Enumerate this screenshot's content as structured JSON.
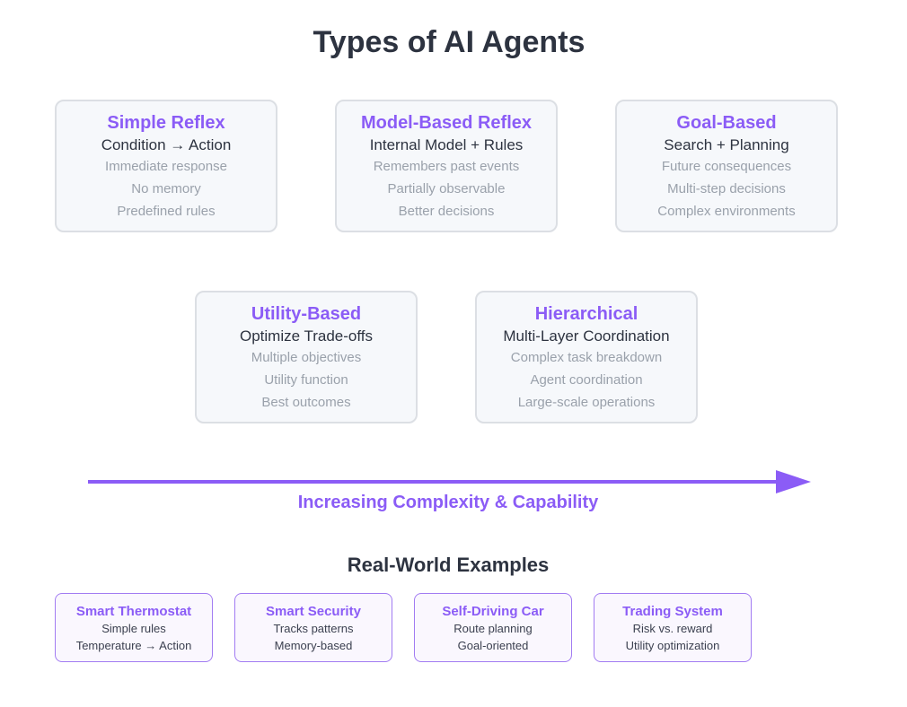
{
  "title": "Types of AI Agents",
  "agents": [
    {
      "name": "Simple Reflex",
      "subtitle": "Condition → Action",
      "features": [
        "Immediate response",
        "No memory",
        "Predefined rules"
      ]
    },
    {
      "name": "Model-Based Reflex",
      "subtitle": "Internal Model + Rules",
      "features": [
        "Remembers past events",
        "Partially observable",
        "Better decisions"
      ]
    },
    {
      "name": "Goal-Based",
      "subtitle": "Search + Planning",
      "features": [
        "Future consequences",
        "Multi-step decisions",
        "Complex environments"
      ]
    },
    {
      "name": "Utility-Based",
      "subtitle": "Optimize Trade-offs",
      "features": [
        "Multiple objectives",
        "Utility function",
        "Best outcomes"
      ]
    },
    {
      "name": "Hierarchical",
      "subtitle": "Multi-Layer Coordination",
      "features": [
        "Complex task breakdown",
        "Agent coordination",
        "Large-scale operations"
      ]
    }
  ],
  "arrow_label": "Increasing Complexity & Capability",
  "examples_heading": "Real-World Examples",
  "examples": [
    {
      "title": "Smart Thermostat",
      "lines": [
        "Simple rules",
        "Temperature → Action"
      ]
    },
    {
      "title": "Smart Security",
      "lines": [
        "Tracks patterns",
        "Memory-based"
      ]
    },
    {
      "title": "Self-Driving Car",
      "lines": [
        "Route planning",
        "Goal-oriented"
      ]
    },
    {
      "title": "Trading System",
      "lines": [
        "Risk vs. reward",
        "Utility optimization"
      ]
    }
  ],
  "colors": {
    "accent": "#8b5cf6",
    "text": "#2d3340",
    "muted": "#9aa1ab",
    "card_bg": "#f6f8fb",
    "card_border": "#dcdfe4"
  }
}
